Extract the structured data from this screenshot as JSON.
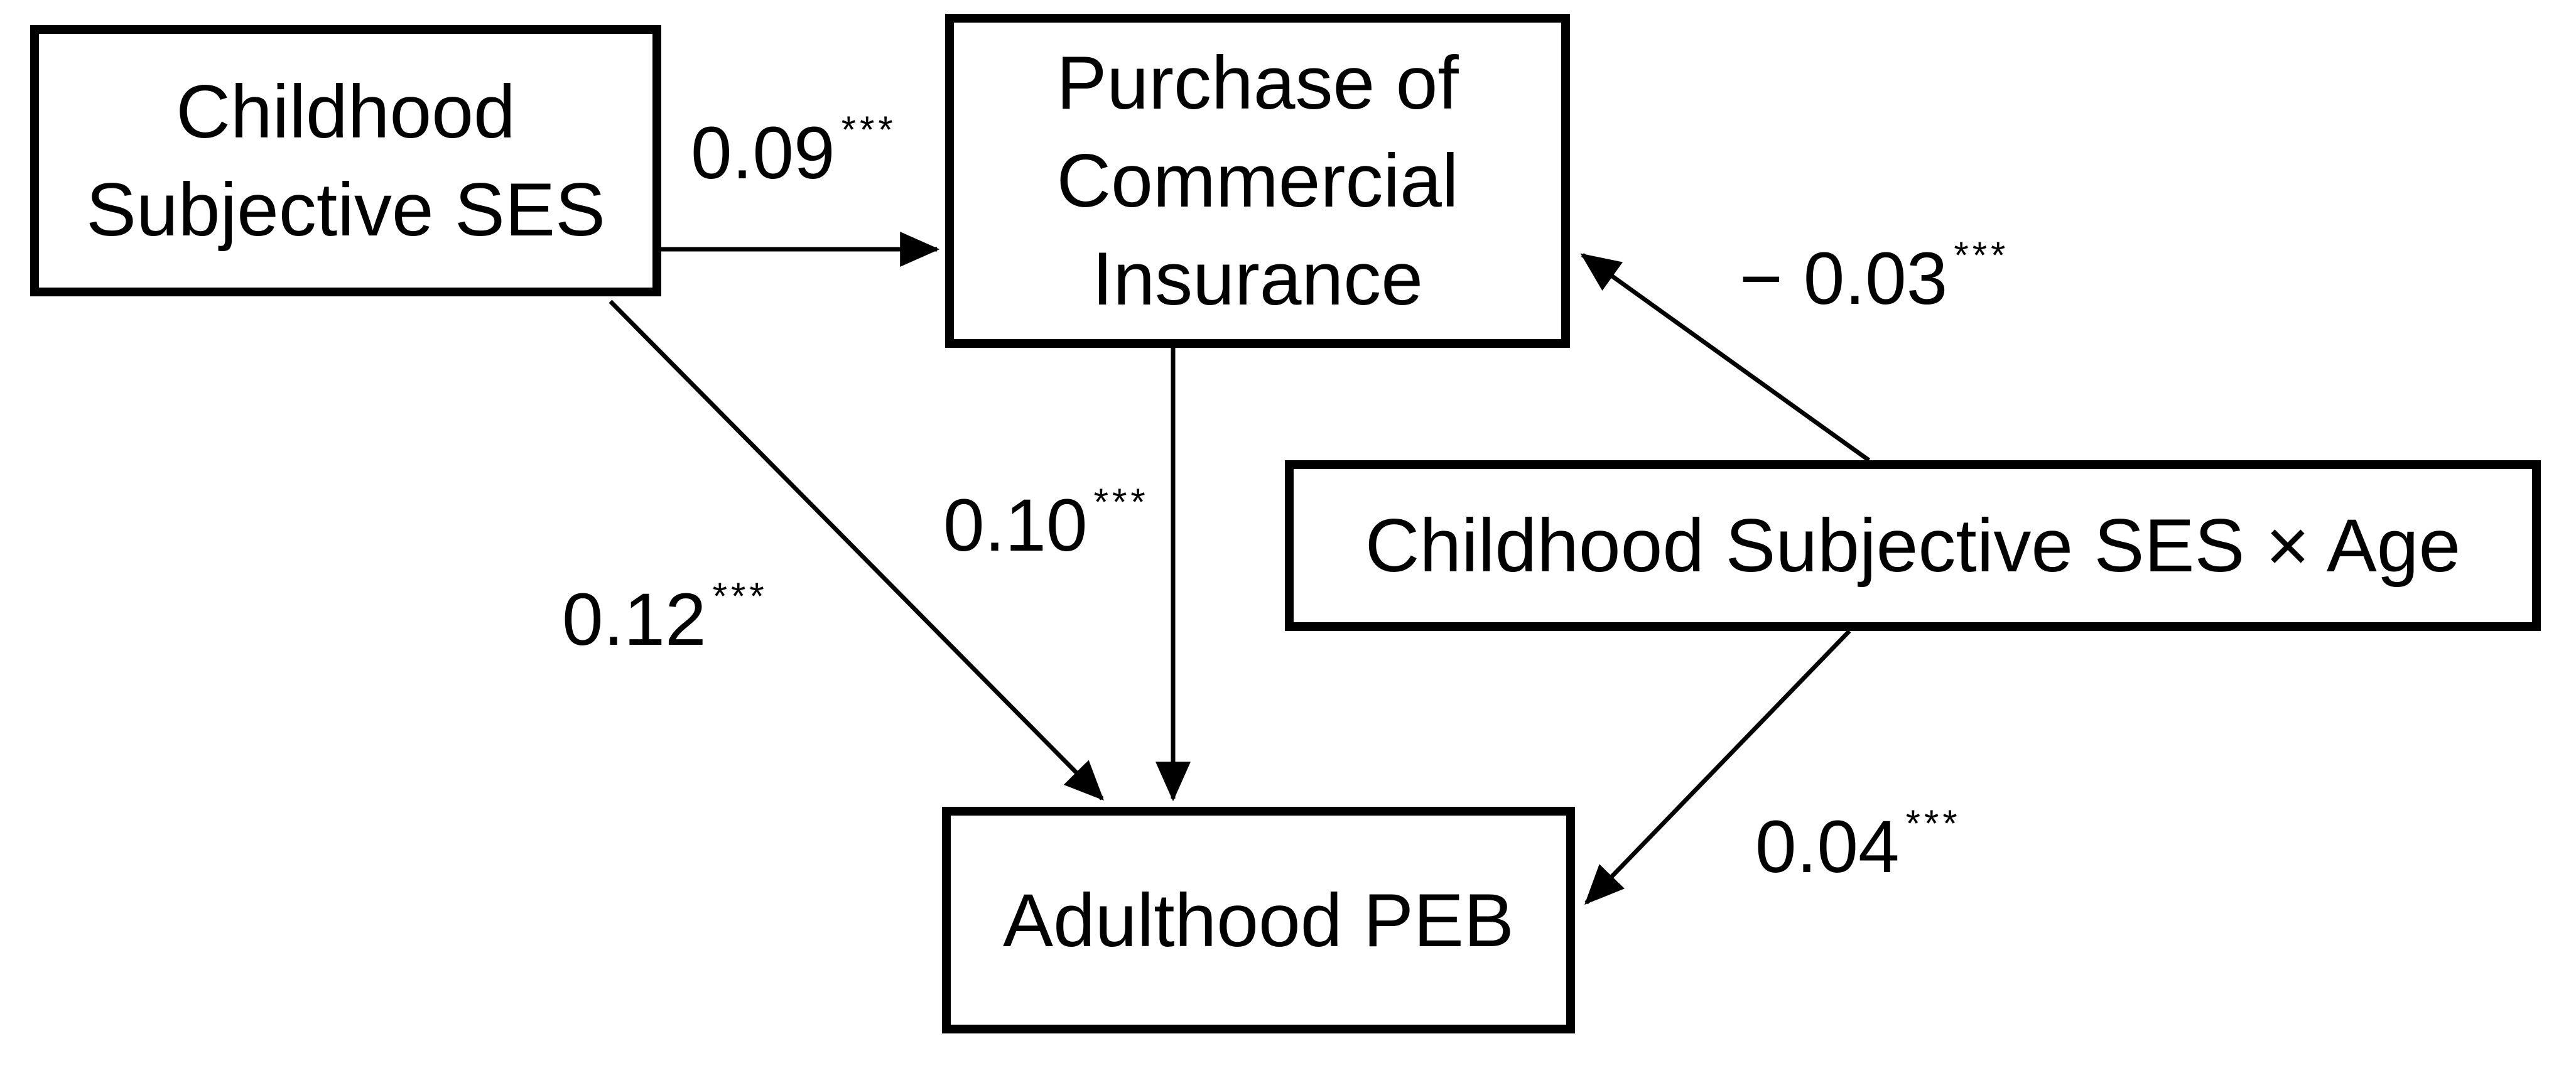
{
  "diagram_type": "path-model",
  "colors": {
    "background": "#ffffff",
    "ink": "#000000"
  },
  "nodes": [
    {
      "id": "childhood-subjective-ses",
      "lines": [
        "Childhood",
        "Subjective SES"
      ]
    },
    {
      "id": "purchase-of-commercial-insurance",
      "lines": [
        "Purchase of",
        "Commercial",
        "Insurance"
      ]
    },
    {
      "id": "childhood-subjective-ses-x-age",
      "lines": [
        "Childhood Subjective SES × Age"
      ]
    },
    {
      "id": "adulthood-peb",
      "lines": [
        "Adulthood PEB"
      ]
    }
  ],
  "edges": [
    {
      "from": "childhood-subjective-ses",
      "to": "purchase-of-commercial-insurance",
      "coefficient": "0.09",
      "significance": "***"
    },
    {
      "from": "childhood-subjective-ses",
      "to": "adulthood-peb",
      "coefficient": "0.12",
      "significance": "***"
    },
    {
      "from": "purchase-of-commercial-insurance",
      "to": "adulthood-peb",
      "coefficient": "0.10",
      "significance": "***"
    },
    {
      "from": "childhood-subjective-ses-x-age",
      "to": "purchase-of-commercial-insurance",
      "coefficient": "− 0.03",
      "significance": "***"
    },
    {
      "from": "childhood-subjective-ses-x-age",
      "to": "adulthood-peb",
      "coefficient": "0.04",
      "significance": "***"
    }
  ]
}
